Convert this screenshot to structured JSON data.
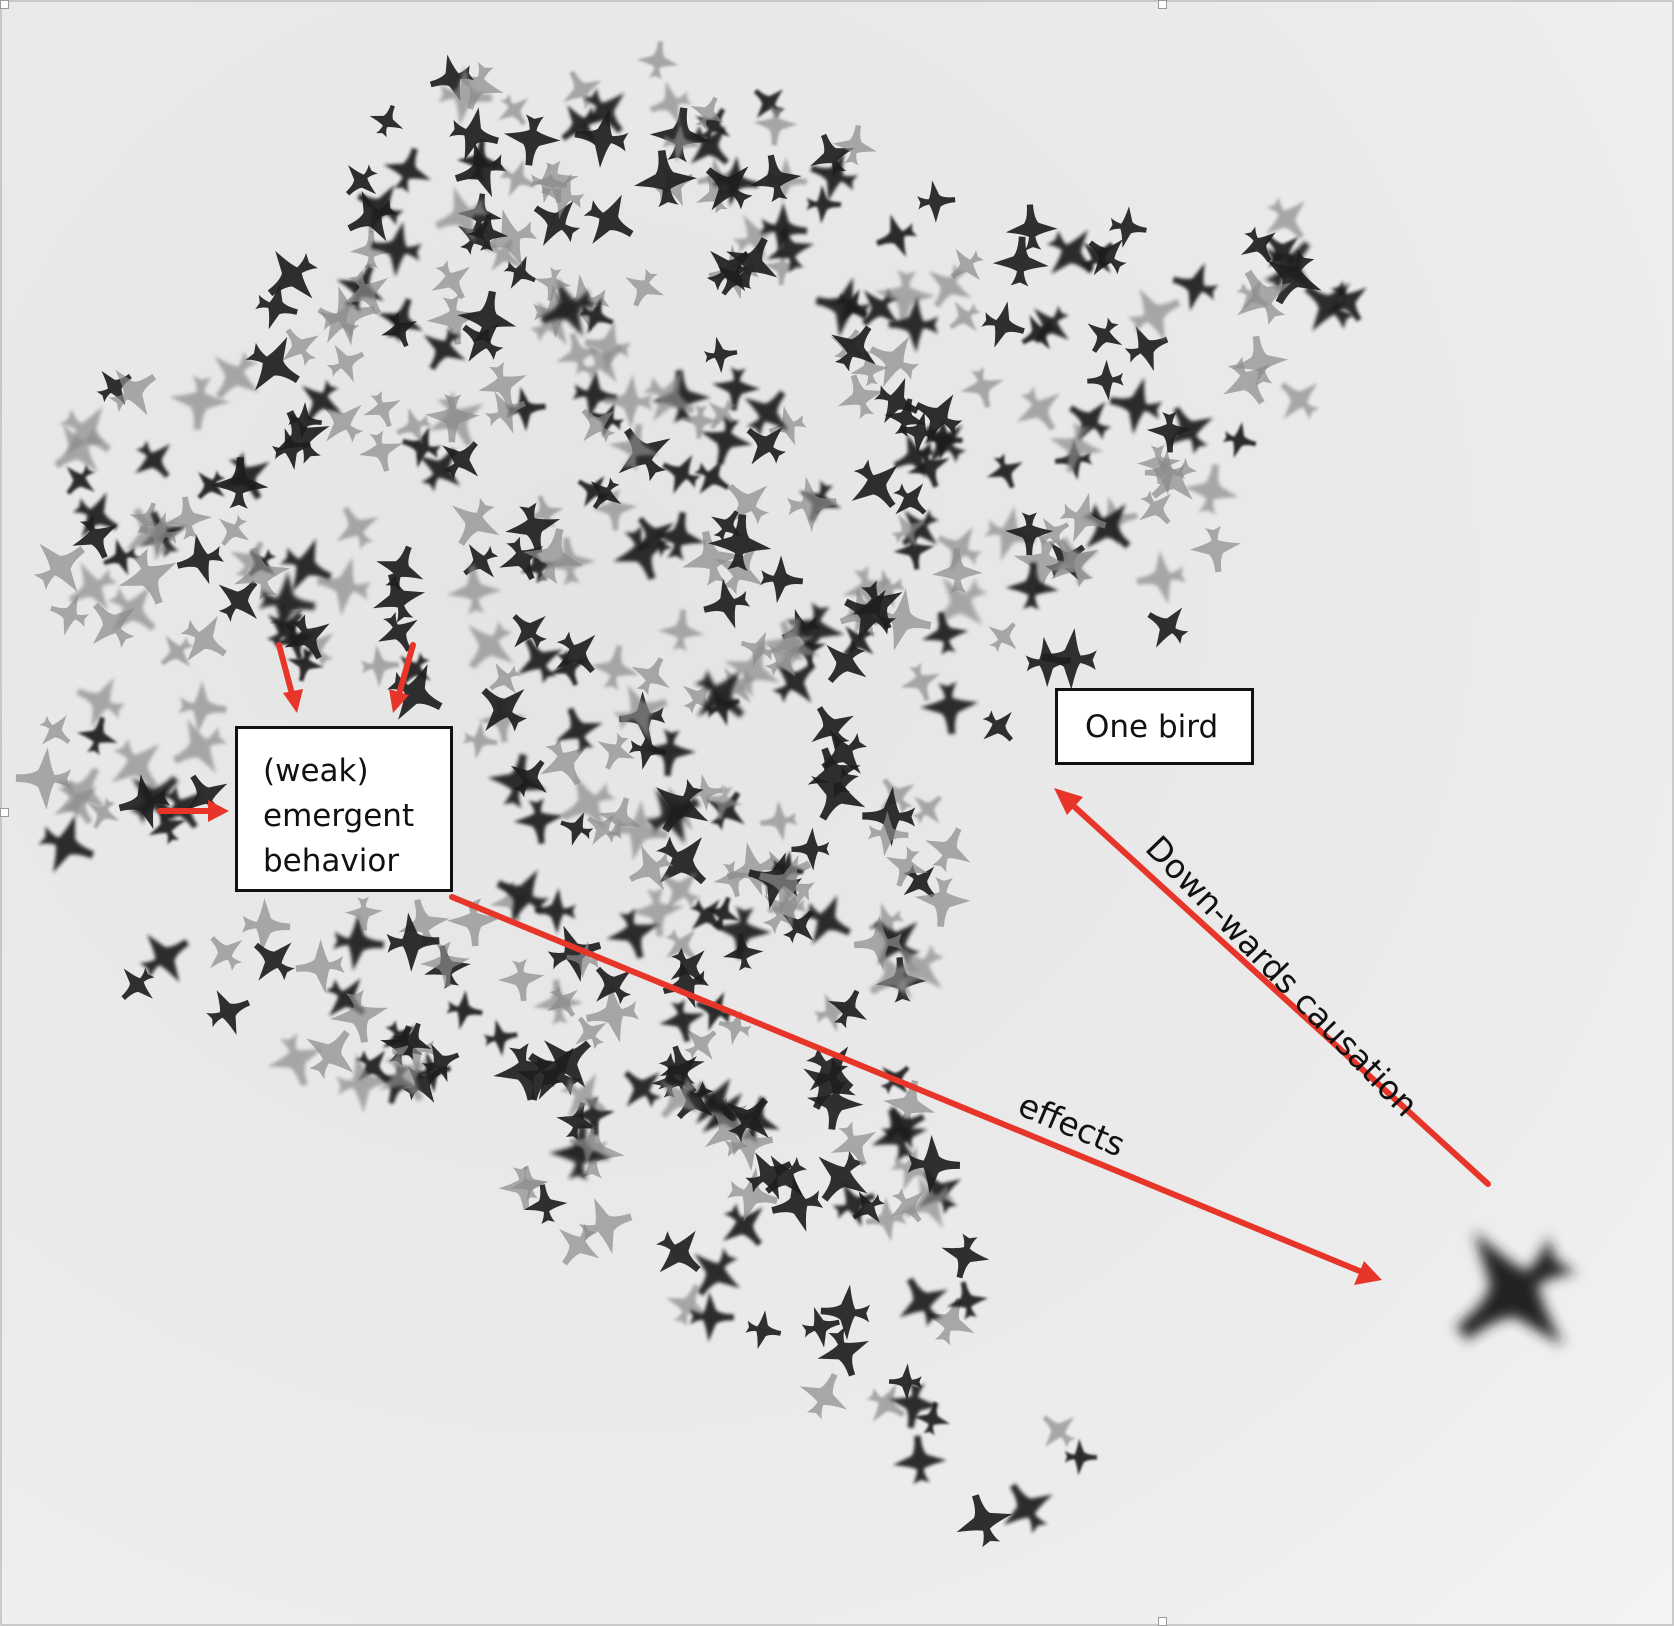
{
  "diagram": {
    "boxes": {
      "emergent_behavior": {
        "lines": [
          "(weak)",
          "emergent",
          "behavior"
        ]
      },
      "one_bird": {
        "label": "One bird"
      }
    },
    "edges": {
      "downward_causation": {
        "label": "Down-wards causation",
        "from": "one-bird-large",
        "to": "one-bird"
      },
      "effects": {
        "label": "effects",
        "from": "emergent_behavior",
        "to": "one-bird-large"
      }
    },
    "inputs_to_emergent_behavior": 3
  },
  "colors": {
    "arrow": "#e8352a",
    "box_border": "#111111",
    "box_fill": "#ffffff",
    "sky": "#e9e9e9",
    "bird_dark": "#1e1e1e",
    "bird_light": "#8a8a8a"
  }
}
